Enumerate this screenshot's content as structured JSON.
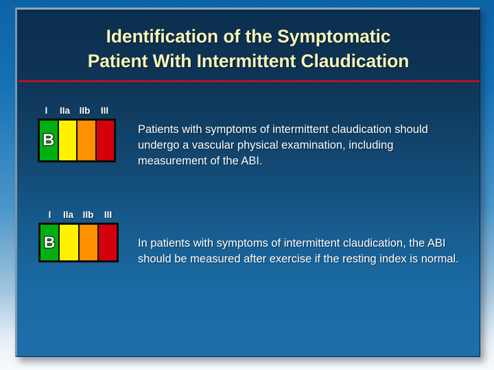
{
  "slide": {
    "title_lines": [
      "Identification of the Symptomatic",
      "Patient With Intermittent Claudication"
    ],
    "title_color": "#f7f4b8",
    "divider_color": "#b4122b",
    "panel_background_top": "#0c2f4f",
    "panel_background_bottom": "#1d6fab",
    "canvas_background_top": "#0d63a8",
    "canvas_background_bottom": "#f7fafc"
  },
  "class_scale": {
    "labels": [
      "I",
      "IIa",
      "IIb",
      "III"
    ],
    "segment_colors": [
      "#00b012",
      "#fff200",
      "#ff9000",
      "#d4000c"
    ],
    "border_color": "#0b0b0b"
  },
  "recommendations": [
    {
      "class_labels": [
        "I",
        "IIa",
        "IIb",
        "III"
      ],
      "level_of_evidence": "B",
      "level_segment_index": 0,
      "text": "Patients with symptoms of intermittent claudication should undergo a vascular physical examination, including measurement of the ABI."
    },
    {
      "class_labels": [
        "I",
        "IIa",
        "IIb",
        "III"
      ],
      "level_of_evidence": "B",
      "level_segment_index": 0,
      "text": "In patients with symptoms of intermittent claudication, the ABI should be measured after exercise if the resting index is normal."
    }
  ]
}
